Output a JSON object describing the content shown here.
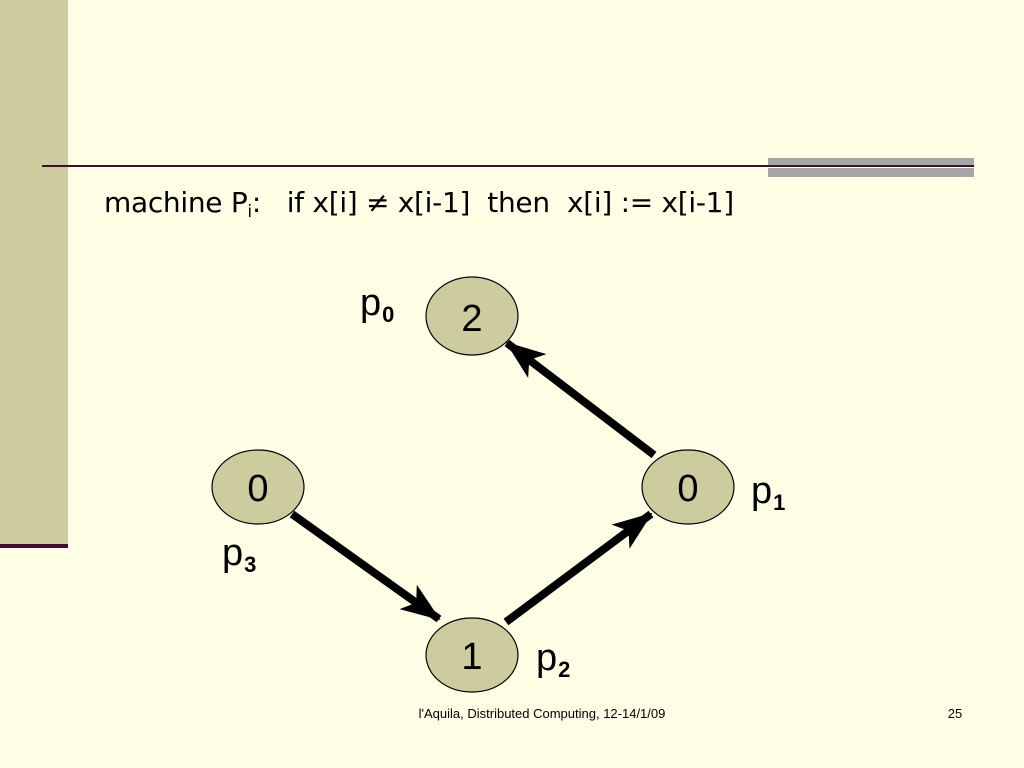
{
  "slide": {
    "title": {
      "prefix": "machine P",
      "subscript": "i",
      "rest": ":   if x[i] ≠ x[i-1]  then  x[i] := x[i-1]"
    },
    "footer": "l'Aquila, Distributed Computing, 12-14/1/09",
    "page_number": "25"
  },
  "graph": {
    "nodes": [
      {
        "id": "p0",
        "value": "2",
        "label": "p",
        "label_sub": "0"
      },
      {
        "id": "p1",
        "value": "0",
        "label": "p",
        "label_sub": "1"
      },
      {
        "id": "p2",
        "value": "1",
        "label": "p",
        "label_sub": "2"
      },
      {
        "id": "p3",
        "value": "0",
        "label": "p",
        "label_sub": "3"
      }
    ],
    "edges": [
      {
        "from": "p3",
        "to": "p2"
      },
      {
        "from": "p2",
        "to": "p1"
      },
      {
        "from": "p1",
        "to": "p0"
      }
    ]
  },
  "colors": {
    "background": "#FFFFE5",
    "sidebar": "#CCCC9E",
    "rule": "#3F0F2C",
    "accent_gray": "#A6A6A6",
    "node_fill": "#CCCC9E"
  }
}
